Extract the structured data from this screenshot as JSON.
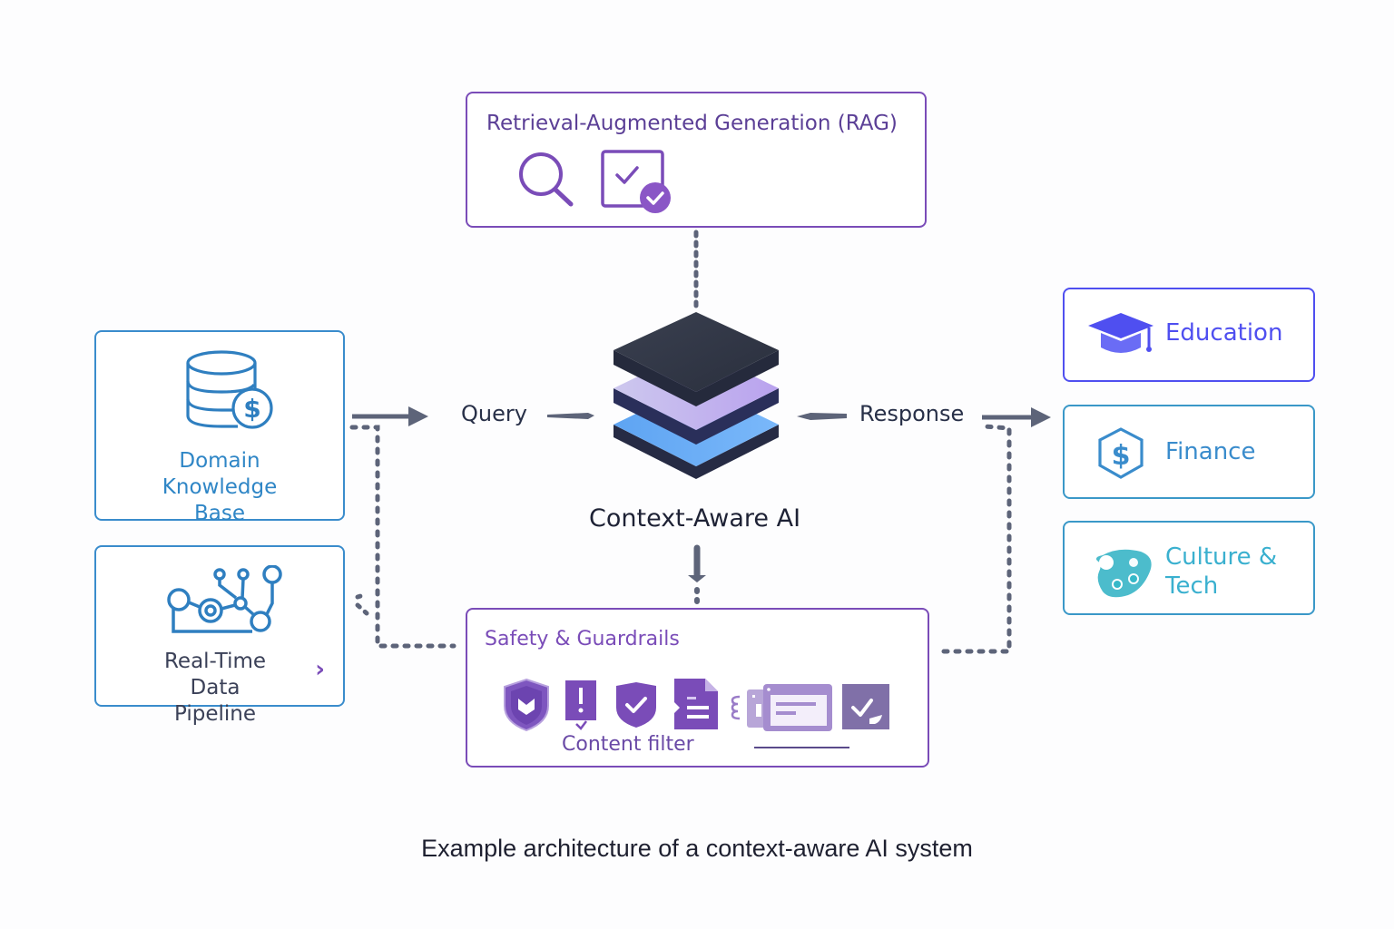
{
  "rag": {
    "title": "Retrieval-Augmented Generation (RAG)",
    "icons": [
      "search-icon",
      "verified-document-icon"
    ]
  },
  "sources": [
    {
      "label": "Domain Knowledge Base",
      "icon": "database-dollar-icon"
    },
    {
      "label": "Real-Time Data Pipeline",
      "icon": "network-nodes-icon",
      "chevron": "›"
    }
  ],
  "flow": {
    "query": "Query",
    "response": "Response"
  },
  "core": {
    "label": "Context-Aware AI",
    "icon": "layered-stack-icon"
  },
  "domains": [
    {
      "label": "Education",
      "icon": "graduation-cap-icon",
      "color": "#4f4ff0"
    },
    {
      "label": "Finance",
      "icon": "hexagon-dollar-icon",
      "color": "#3a8ccc"
    },
    {
      "label": "Culture & Tech",
      "icon": "palette-icon",
      "color": "#3ab0cf"
    }
  ],
  "safety": {
    "title": "Safety & Guardrails",
    "content_filter": "Content filter",
    "icons": [
      "shield-heart-icon",
      "alert-flag-icon",
      "shield-check-icon",
      "document-icon",
      "browser-window-icon",
      "checkbox-icon"
    ]
  },
  "caption": "Example architecture of a context-aware AI system",
  "colors": {
    "purple": "#7a4cb8",
    "blue": "#3a8ccc",
    "indigo": "#4f4ff0",
    "teal": "#3ab0cf",
    "connector": "#5d6479"
  }
}
